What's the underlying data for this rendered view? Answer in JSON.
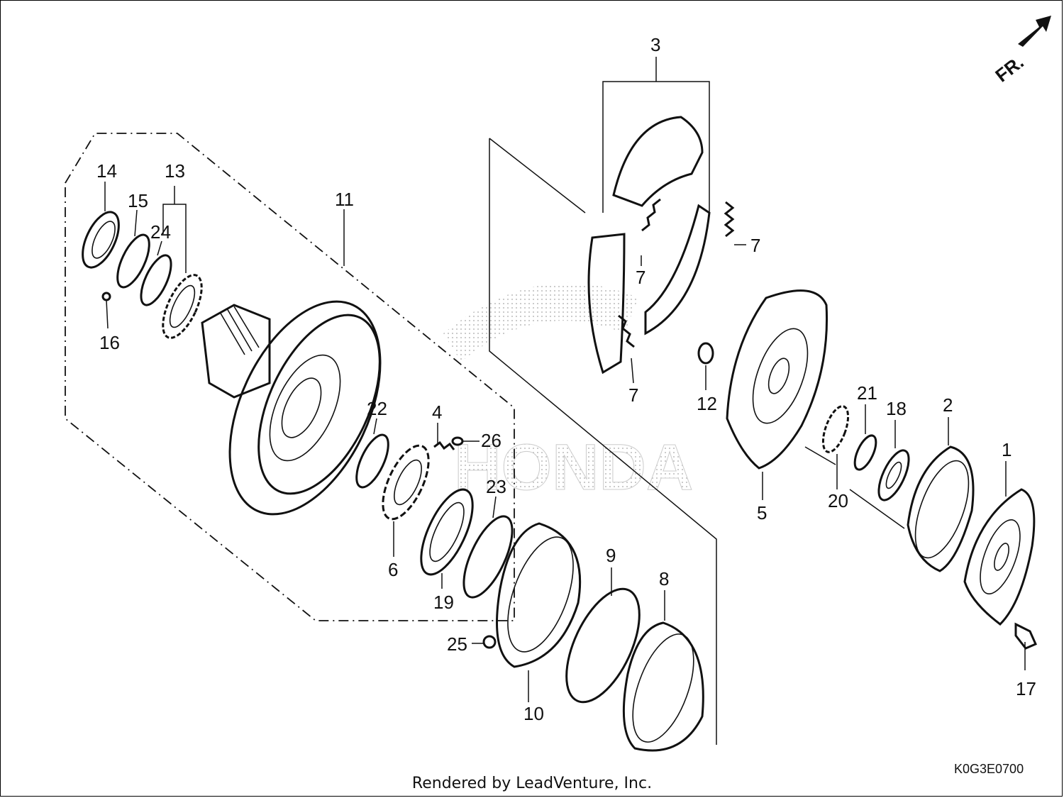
{
  "diagram": {
    "direction_label": "FR.",
    "diagram_code": "K0G3E0700",
    "footer": "Rendered by LeadVenture, Inc.",
    "watermark_text": "HONDA",
    "callouts": {
      "n1": "1",
      "n2": "2",
      "n3": "3",
      "n4": "4",
      "n5": "5",
      "n6": "6",
      "n7a": "7",
      "n7b": "7",
      "n7c": "7",
      "n8": "8",
      "n9": "9",
      "n10": "10",
      "n11": "11",
      "n12": "12",
      "n13": "13",
      "n14": "14",
      "n15": "15",
      "n16": "16",
      "n17": "17",
      "n18": "18",
      "n19": "19",
      "n20": "20",
      "n21": "21",
      "n22": "22",
      "n23": "23",
      "n24": "24",
      "n25": "25",
      "n26": "26"
    }
  }
}
